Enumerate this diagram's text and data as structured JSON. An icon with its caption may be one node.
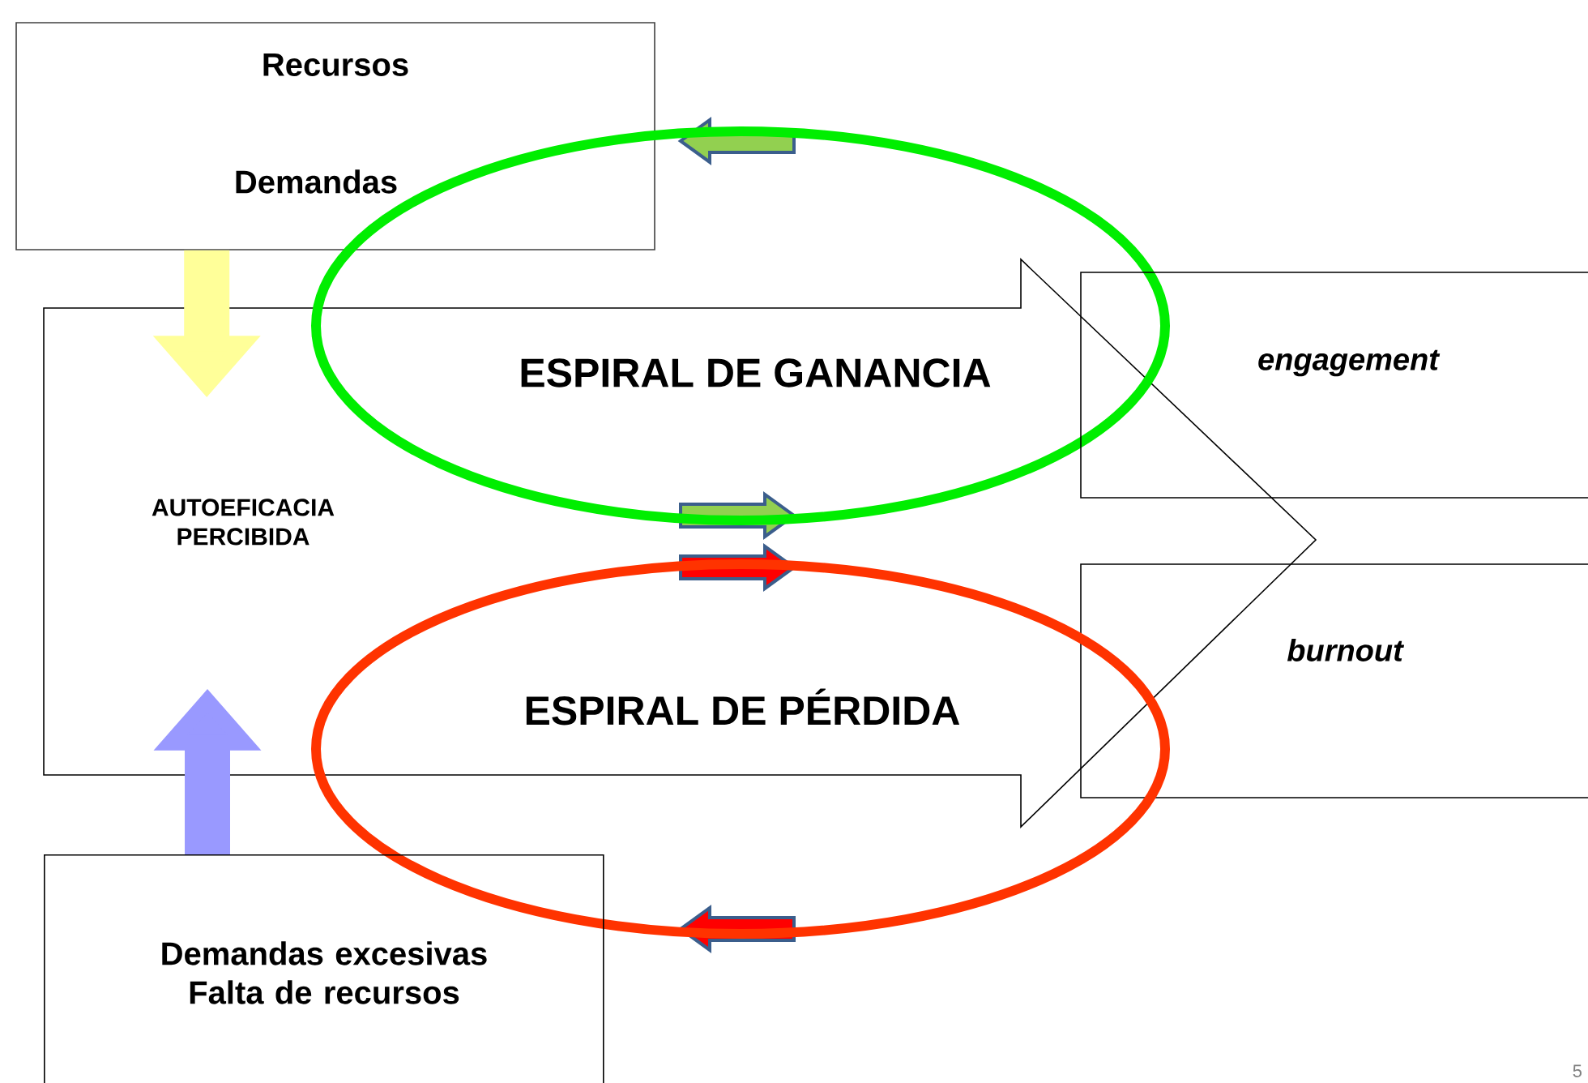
{
  "diagram": {
    "nodes": [
      {
        "text": [
          "Recursos",
          "Demandas"
        ]
      },
      {
        "text": [
          "AUTOEFICACIA PERCIBIDA"
        ]
      },
      {
        "text": [
          "ESPIRAL DE GANANCIA"
        ]
      },
      {
        "text": [
          "engagement"
        ]
      },
      {
        "text": [
          "burnout"
        ]
      },
      {
        "text": [
          "ESPIRAL DE PÉRDIDA"
        ]
      },
      {
        "text": [
          "Demandas excesivas Falta de recursos"
        ]
      }
    ],
    "edges": [
      {
        "from": 0,
        "to": 1,
        "arrow": "to",
        "color": "#ffff99"
      },
      {
        "from": 6,
        "to": 1,
        "arrow": "to",
        "color": "#9999ff"
      }
    ],
    "labels": [
      "5"
    ]
  }
}
